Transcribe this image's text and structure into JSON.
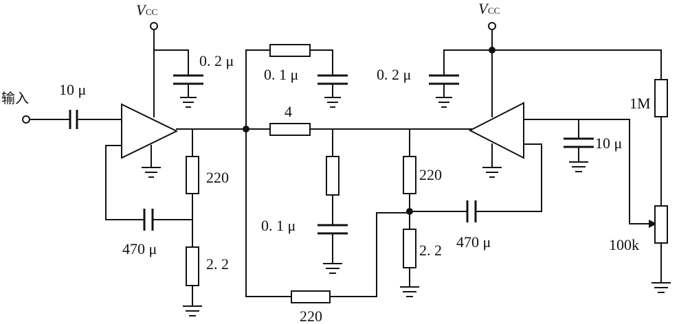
{
  "labels": {
    "input": "输入",
    "vcc_main": "V",
    "vcc_sub": "CC",
    "c_in": "10 μ",
    "c_vcc1": "0. 2 μ",
    "c_top_mid": "0. 1 μ",
    "c_vcc2": "0. 2 μ",
    "r_series": "4",
    "r_fb1": "220",
    "r_fb1_low": "2. 2",
    "c_fb1": "470 μ",
    "c_zobel": "0. 1 μ",
    "r_fb2": "220",
    "r_fb2_low": "2. 2",
    "c_fb2": "470 μ",
    "r_bottom": "220",
    "c_right_in": "10 μ",
    "r_1m": "1M",
    "pot": "100k"
  }
}
